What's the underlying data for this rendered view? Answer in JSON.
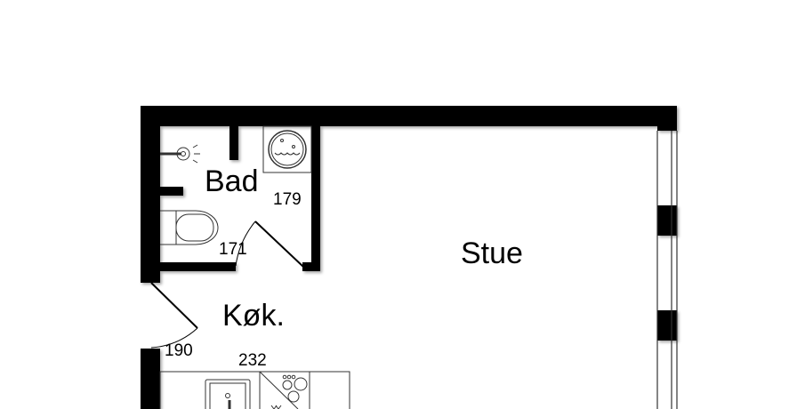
{
  "rooms": {
    "bath": "Bad",
    "living": "Stue",
    "kitchen": "Køk."
  },
  "dimensions": {
    "bath_width": "179",
    "bath_door": "171",
    "entry_door": "190",
    "kitchen_counter": "232"
  },
  "colors": {
    "wall": "#000000",
    "background": "#ffffff"
  }
}
